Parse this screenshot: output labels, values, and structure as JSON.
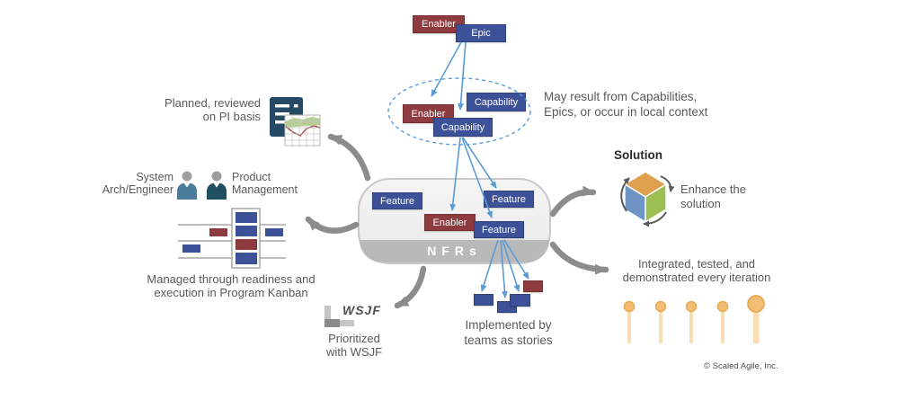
{
  "colors": {
    "box_blue": "#3c5197",
    "box_red": "#8e3b40",
    "arrow_blue": "#5b9bd5",
    "arrow_gray": "#8c8c8c",
    "container_border": "#c9c9c9",
    "nfrs_bar": "#b9b9b9",
    "text_gray": "#595959",
    "cube_top": "#dfa050",
    "cube_left": "#6d94c4",
    "cube_right": "#9cbf54",
    "person_light": "#4a7d99",
    "person_dark": "#1f4f61",
    "person_head": "#9e9e9e",
    "lollipop_stem": "#f8ddb2",
    "lollipop_head": "#f3bd76",
    "lollipop_edge": "#e9a94e",
    "clipboard_blue": "#264a63"
  },
  "icons": {
    "pi_plan": "clipboard-chart-icon",
    "roles": "two-person-icons",
    "kanban": "program-kanban-board-icon",
    "wsjf": "wsjf-bars-icon",
    "solution": "rotating-cube-icon",
    "iterations": "milestone-lollipops-icon"
  },
  "top_group": {
    "enabler": "Enabler",
    "epic": "Epic"
  },
  "capability_group": {
    "enabler": "Enabler",
    "capability_top": "Capability",
    "capability_bottom": "Capability",
    "note_line1": "May result from Capabilities,",
    "note_line2": "Epics, or occur in local context"
  },
  "pi_plan": {
    "line1": "Planned, reviewed",
    "line2": "on PI basis"
  },
  "roles": {
    "system_line1": "System",
    "system_line2": "Arch/Engineer",
    "product_line1": "Product",
    "product_line2": "Management"
  },
  "kanban": {
    "caption_line1": "Managed through readiness and",
    "caption_line2": "execution in Program Kanban"
  },
  "backlog": {
    "feature_top_left": "Feature",
    "feature_top_right": "Feature",
    "enabler": "Enabler",
    "feature_mid_right": "Feature",
    "nfrs": "NFRs"
  },
  "solution": {
    "title": "Solution",
    "caption_line1": "Enhance the",
    "caption_line2": "solution"
  },
  "iteration": {
    "caption_line1": "Integrated, tested, and",
    "caption_line2": "demonstrated every iteration"
  },
  "wsjf": {
    "icon_label": "WSJF",
    "caption_line1": "Prioritized",
    "caption_line2": "with WSJF"
  },
  "stories": {
    "caption_line1": "Implemented by",
    "caption_line2": "teams as stories"
  },
  "footer": {
    "copyright": "© Scaled Agile, Inc."
  }
}
